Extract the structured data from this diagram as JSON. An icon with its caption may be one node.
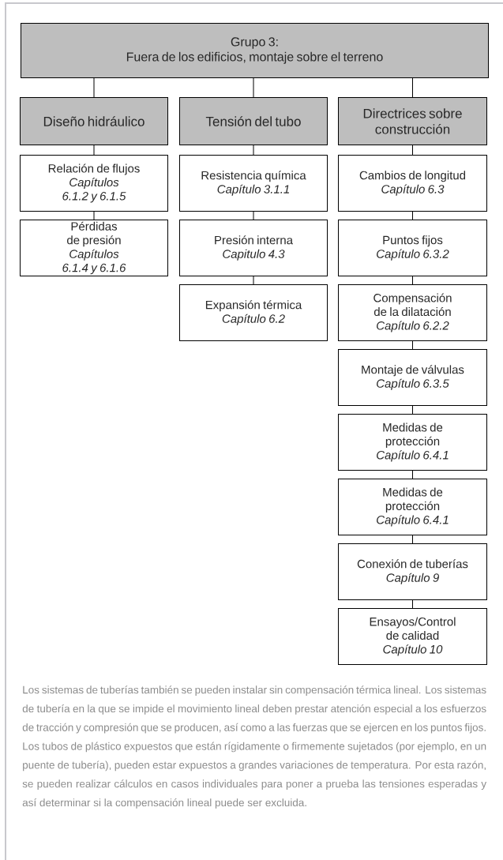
{
  "diagram": {
    "nodes": [
      {
        "text": [
          "Grupo 3:",
          "Fuera de los edificios, montaje sobre el terreno"
        ]
      },
      {
        "text": [
          "Diseño hidráulico"
        ]
      },
      {
        "text": [
          "Tensión del tubo"
        ]
      },
      {
        "text": [
          "Directrices sobre construcción"
        ]
      },
      {
        "text": [
          "Relación de flujos",
          "Capítulos 6.1.2 y 6.1.5"
        ]
      },
      {
        "text": [
          "Pérdidas de presión",
          "Capítulos 6.1.4 y 6.1.6"
        ]
      },
      {
        "text": [
          "Resistencia química",
          "Capítulo 3.1.1"
        ]
      },
      {
        "text": [
          "Presión interna",
          "Capitulo 4.3"
        ]
      },
      {
        "text": [
          "Expansión térmica",
          "Capítulo 6.2"
        ]
      },
      {
        "text": [
          "Cambios de longitud",
          "Capítulo 6.3"
        ]
      },
      {
        "text": [
          "Puntos fijos",
          "Capítulo 6.3.2"
        ]
      },
      {
        "text": [
          "Compensación de la dilatación",
          "Capítulo 6.2.2"
        ]
      },
      {
        "text": [
          "Montaje de válvulas",
          "Capítulo 6.3.5"
        ]
      },
      {
        "text": [
          "Medidas de protección",
          "Capítulo 6.4.1"
        ]
      },
      {
        "text": [
          "Medidas de protección",
          "Capítulo 6.4.1"
        ]
      },
      {
        "text": [
          "Conexión de tuberías",
          "Capítulo 9"
        ]
      },
      {
        "text": [
          "Ensayos/Control de calidad",
          "Capítulo 10"
        ]
      }
    ],
    "edges": [
      {
        "from": 0,
        "to": 1,
        "arrow": "none"
      },
      {
        "from": 0,
        "to": 2,
        "arrow": "none"
      },
      {
        "from": 0,
        "to": 3,
        "arrow": "none"
      },
      {
        "from": 1,
        "to": 4,
        "arrow": "none"
      },
      {
        "from": 4,
        "to": 5,
        "arrow": "none"
      },
      {
        "from": 2,
        "to": 6,
        "arrow": "none"
      },
      {
        "from": 6,
        "to": 7,
        "arrow": "none"
      },
      {
        "from": 7,
        "to": 8,
        "arrow": "none"
      },
      {
        "from": 3,
        "to": 9,
        "arrow": "none"
      },
      {
        "from": 9,
        "to": 10,
        "arrow": "none"
      },
      {
        "from": 10,
        "to": 11,
        "arrow": "none"
      },
      {
        "from": 11,
        "to": 12,
        "arrow": "none"
      },
      {
        "from": 12,
        "to": 13,
        "arrow": "none"
      },
      {
        "from": 13,
        "to": 14,
        "arrow": "none"
      },
      {
        "from": 14,
        "to": 15,
        "arrow": "none"
      },
      {
        "from": 15,
        "to": 16,
        "arrow": "none"
      }
    ],
    "labels": [
      "Los sistemas de tuberías también se pueden instalar sin compensación térmica lineal. Los sistemas de tubería en la que se impide el movimiento lineal deben prestar atención especial a los esfuerzos de tracción y compresión que se producen, así como a las fuerzas que se ejercen en los puntos fijos. Los tubos de plástico expuestos que están rígidamente o firmemente sujetados (por ejemplo, en un puente de tubería), pueden estar expuestos a grandes variaciones de temperatura. Por esta razón, se pueden realizar cálculos en casos individuales para poner a prueba las tensiones esperadas y así determinar si la compensación lineal puede ser excluida."
    ]
  }
}
